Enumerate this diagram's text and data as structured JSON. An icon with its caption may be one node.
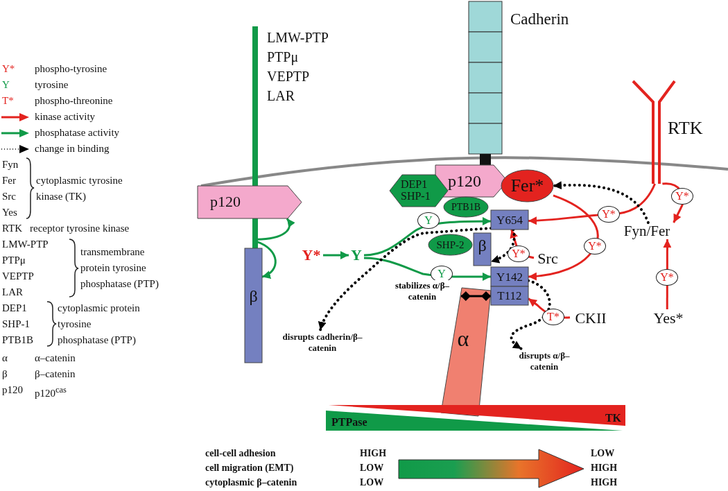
{
  "diagram": {
    "nodes": [
      {
        "text": [],
        "shape": "bar",
        "beside": [
          "LMW-PTP PTPμ VEPTP LAR"
        ]
      },
      {
        "text": [
          "p120"
        ]
      },
      {
        "text": [
          "β"
        ]
      },
      {
        "text": [
          "Y*"
        ]
      },
      {
        "text": [
          "Y"
        ]
      },
      {
        "text": [
          "Cadherin"
        ]
      },
      {
        "text": [
          "p120"
        ]
      },
      {
        "text": [
          "DEP1 SHP-1"
        ]
      },
      {
        "text": [
          "Fer*"
        ]
      },
      {
        "text": [
          "PTB1B"
        ]
      },
      {
        "text": [
          "SHP-2"
        ]
      },
      {
        "text": [
          "β"
        ]
      },
      {
        "text": [
          "Y654"
        ]
      },
      {
        "text": [
          "Y142"
        ]
      },
      {
        "text": [
          "T112"
        ]
      },
      {
        "text": [
          "α"
        ]
      },
      {
        "text": [
          "RTK"
        ]
      },
      {
        "text": [
          "Fyn/Fer"
        ]
      },
      {
        "text": [
          "Src"
        ]
      },
      {
        "text": [
          "CKII"
        ]
      },
      {
        "text": [
          "Yes*"
        ]
      },
      {
        "text": [
          "disrupts cadherin/β–catenin"
        ]
      },
      {
        "text": [
          "disrupts α/β–catenin"
        ]
      },
      {
        "text": [
          "PTPase"
        ]
      },
      {
        "text": [
          "TK"
        ]
      }
    ],
    "edges": [
      {
        "from": 0,
        "to": 1,
        "arrow": "to",
        "color": "#109a48"
      },
      {
        "from": 0,
        "to": 2,
        "arrow": "to",
        "color": "#109a48"
      },
      {
        "from": 3,
        "to": 4,
        "arrow": "to",
        "color": "#109a48"
      },
      {
        "from": 4,
        "to": 12,
        "arrow": "to",
        "label": "Y",
        "color": "#109a48"
      },
      {
        "from": 4,
        "to": 13,
        "arrow": "to",
        "label": "Y",
        "color": "#109a48"
      },
      {
        "from": 16,
        "to": 12,
        "arrow": "to",
        "label": "Y*"
      },
      {
        "from": 8,
        "to": 13,
        "arrow": "to",
        "label": "Y*"
      },
      {
        "from": 18,
        "to": 12,
        "arrow": "to",
        "label": "Y*"
      },
      {
        "from": 19,
        "to": 14,
        "arrow": "to",
        "label": "T*"
      },
      {
        "from": 16,
        "to": 17,
        "arrow": "to",
        "label": "Y*"
      },
      {
        "from": 20,
        "to": 17,
        "arrow": "to",
        "label": "Y*"
      },
      {
        "from": 17,
        "to": 8,
        "arrow": "to",
        "style": "dashed",
        "color": "#000000"
      },
      {
        "from": 12,
        "to": 11,
        "arrow": "to",
        "style": "dashed",
        "color": "#000000"
      },
      {
        "from": 12,
        "to": 21,
        "arrow": "to",
        "style": "dashed",
        "color": "#000000"
      },
      {
        "from": 13,
        "to": 22,
        "arrow": "to",
        "style": "dashed",
        "color": "#000000"
      },
      {
        "from": 14,
        "to": 15,
        "arrow": "other",
        "label": "stabilizes α/β–catenin",
        "color": "#000000"
      }
    ],
    "labels": [
      "Y*",
      "phospho-tyrosine",
      "Y",
      "tyrosine",
      "T*",
      "phospho-threonine",
      "Fyn",
      "Fer",
      "Src",
      "Yes",
      "cytoplasmic tyrosine kinase (TK)",
      "RTK",
      "receptor tyrosine kinase",
      "LMW-PTP",
      "PTPμ",
      "VEPTP",
      "LAR",
      "transmembrane protein tyrosine phosphatase (PTP)",
      "DEP1",
      "SHP-1",
      "PTB1B",
      "cytoplasmic protein tyrosine phosphatase (PTP)",
      "α",
      "α–catenin",
      "β",
      "β–catenin",
      "p120",
      "p120$^{cas}$",
      "cell-cell adhesion",
      "HIGH",
      "LOW",
      "cell migration (EMT)",
      "LOW",
      "HIGH",
      "cytoplasmic β–catenin",
      "LOW",
      "HIGH"
    ],
    "legend": [
      {
        "text": "kinase activity"
      },
      {
        "text": "phosphatase activity"
      },
      {
        "text": "change in binding"
      }
    ]
  }
}
